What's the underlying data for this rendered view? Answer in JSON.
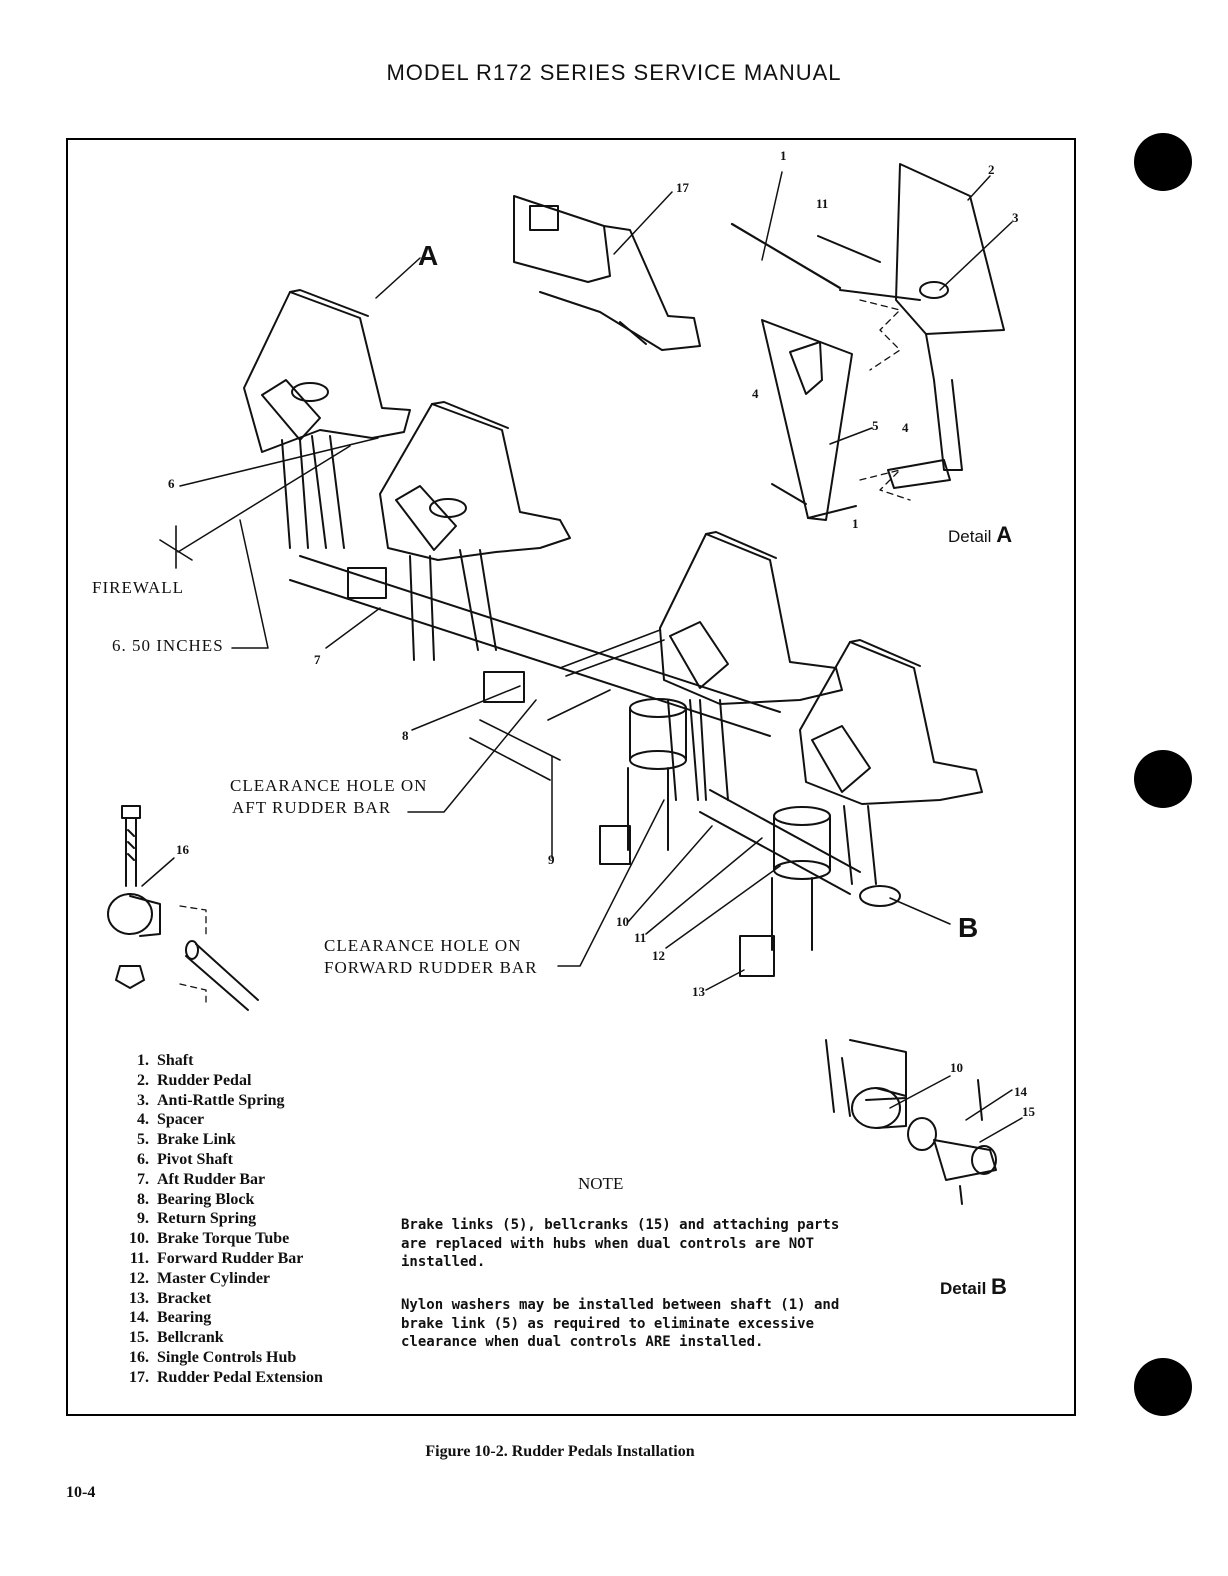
{
  "header": {
    "title": "MODEL R172 SERIES SERVICE MANUAL"
  },
  "diagram": {
    "labels": {
      "firewall": "FIREWALL",
      "inches": "6. 50 INCHES",
      "aft_hole_1": "CLEARANCE HOLE ON",
      "aft_hole_2": "AFT RUDDER BAR",
      "fwd_hole_1": "CLEARANCE HOLE ON",
      "fwd_hole_2": "FORWARD RUDDER BAR",
      "view_a": "A",
      "view_b": "B"
    },
    "callouts": {
      "c1": "1",
      "c1b": "1",
      "c2": "2",
      "c3": "3",
      "c4": "4",
      "c4b": "4",
      "c5": "5",
      "c6": "6",
      "c7": "7",
      "c8": "8",
      "c9": "9",
      "c10": "10",
      "c10b": "10",
      "c11": "11",
      "c11b": "11",
      "c12": "12",
      "c13": "13",
      "c14": "14",
      "c15": "15",
      "c16": "16",
      "c17": "17"
    },
    "detail_a": {
      "word": "Detail",
      "letter": "A"
    },
    "detail_b": {
      "word": "Detail",
      "letter": "B"
    }
  },
  "legend": [
    {
      "num": "1.",
      "text": "Shaft"
    },
    {
      "num": "2.",
      "text": "Rudder Pedal"
    },
    {
      "num": "3.",
      "text": "Anti-Rattle Spring"
    },
    {
      "num": "4.",
      "text": "Spacer"
    },
    {
      "num": "5.",
      "text": "Brake Link"
    },
    {
      "num": "6.",
      "text": "Pivot Shaft"
    },
    {
      "num": "7.",
      "text": "Aft Rudder Bar"
    },
    {
      "num": "8.",
      "text": "Bearing Block"
    },
    {
      "num": "9.",
      "text": "Return Spring"
    },
    {
      "num": "10.",
      "text": "Brake Torque Tube"
    },
    {
      "num": "11.",
      "text": "Forward Rudder Bar"
    },
    {
      "num": "12.",
      "text": "Master Cylinder"
    },
    {
      "num": "13.",
      "text": "Bracket"
    },
    {
      "num": "14.",
      "text": "Bearing"
    },
    {
      "num": "15.",
      "text": "Bellcrank"
    },
    {
      "num": "16.",
      "text": "Single Controls Hub"
    },
    {
      "num": "17.",
      "text": "Rudder Pedal Extension"
    }
  ],
  "note": {
    "heading": "NOTE",
    "p1": "Brake links (5), bellcranks (15) and attaching parts are replaced with hubs when dual controls are NOT installed.",
    "p2": "Nylon washers may be installed between shaft (1) and brake link (5) as required to eliminate excessive clearance when dual controls ARE installed."
  },
  "caption": "Figure 10-2.  Rudder Pedals Installation",
  "page_number": "10-4"
}
